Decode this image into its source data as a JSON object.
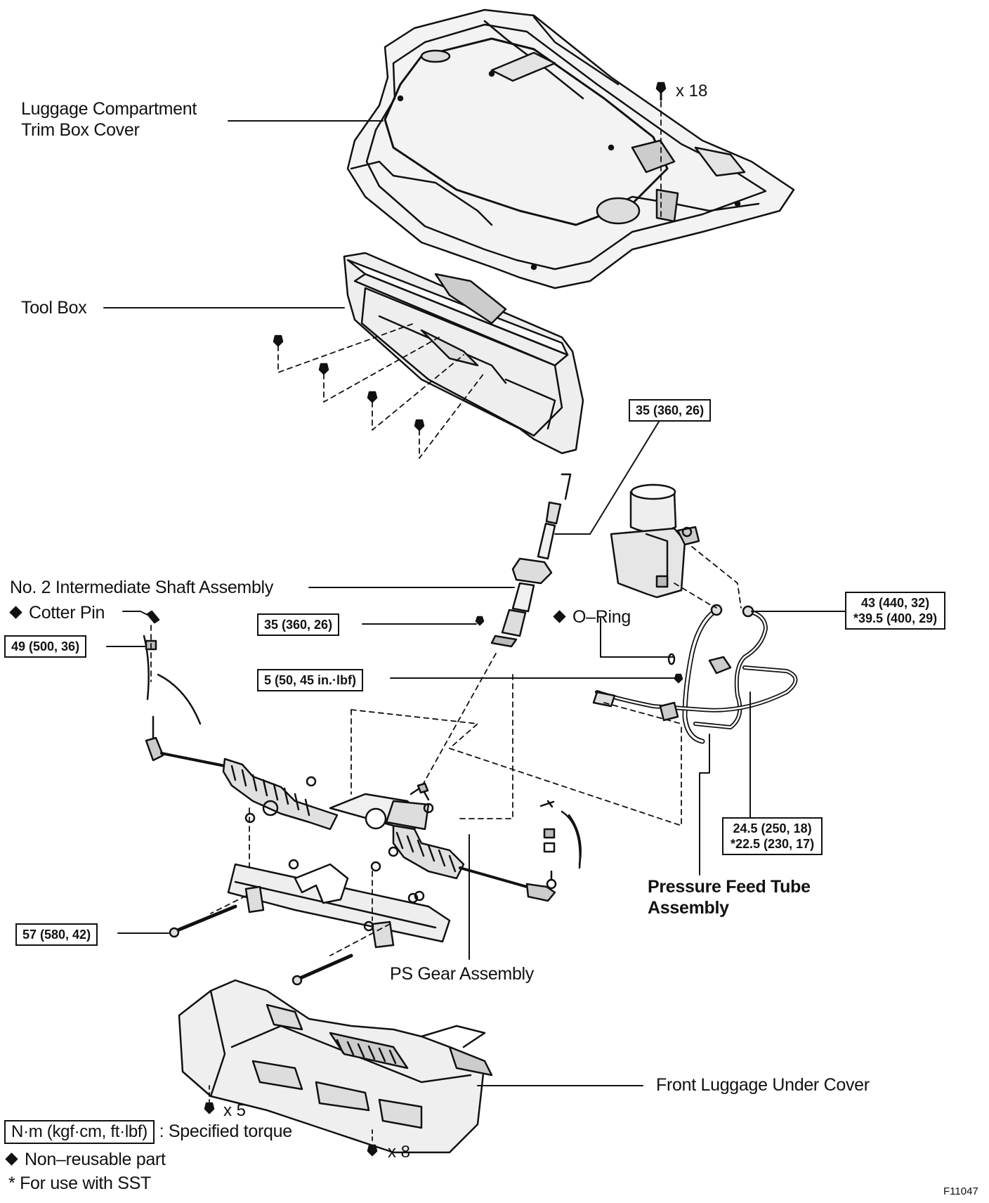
{
  "labels": {
    "trim_box_cover_l1": "Luggage Compartment",
    "trim_box_cover_l2": "Trim Box Cover",
    "tool_box": "Tool Box",
    "intermediate_shaft": "No. 2 Intermediate Shaft Assembly",
    "cotter_pin": "Cotter Pin",
    "o_ring": "O–Ring",
    "pressure_feed_l1": "Pressure Feed Tube",
    "pressure_feed_l2": "Assembly",
    "ps_gear": "PS Gear Assembly",
    "front_under_cover": "Front Luggage Under Cover"
  },
  "torques": {
    "shaft_upper": "35 (360, 26)",
    "shaft_lower": "35 (360, 26)",
    "tie_rod_nut": "49 (500, 36)",
    "clamp_bolt": "5 (50, 45 in.·lbf)",
    "union_bolt_l1": "43 (440, 32)",
    "union_bolt_l2": "*39.5 (400, 29)",
    "tube_nut_l1": "24.5 (250, 18)",
    "tube_nut_l2": "*22.5 (230, 17)",
    "gear_bolt": "57 (580, 42)"
  },
  "multipliers": {
    "clips_x18": "x 18",
    "bolts_x5": "x 5",
    "bolts_x8": "x 8"
  },
  "legend": {
    "unit": "N·m (kgf·cm, ft·lbf)",
    "specified_torque": ": Specified torque",
    "non_reusable": "Non–reusable part",
    "sst": "* For use with SST"
  },
  "figure_code": "F11047",
  "icons": [
    "diamond-icon",
    "clip-icon",
    "bolt-icon"
  ]
}
